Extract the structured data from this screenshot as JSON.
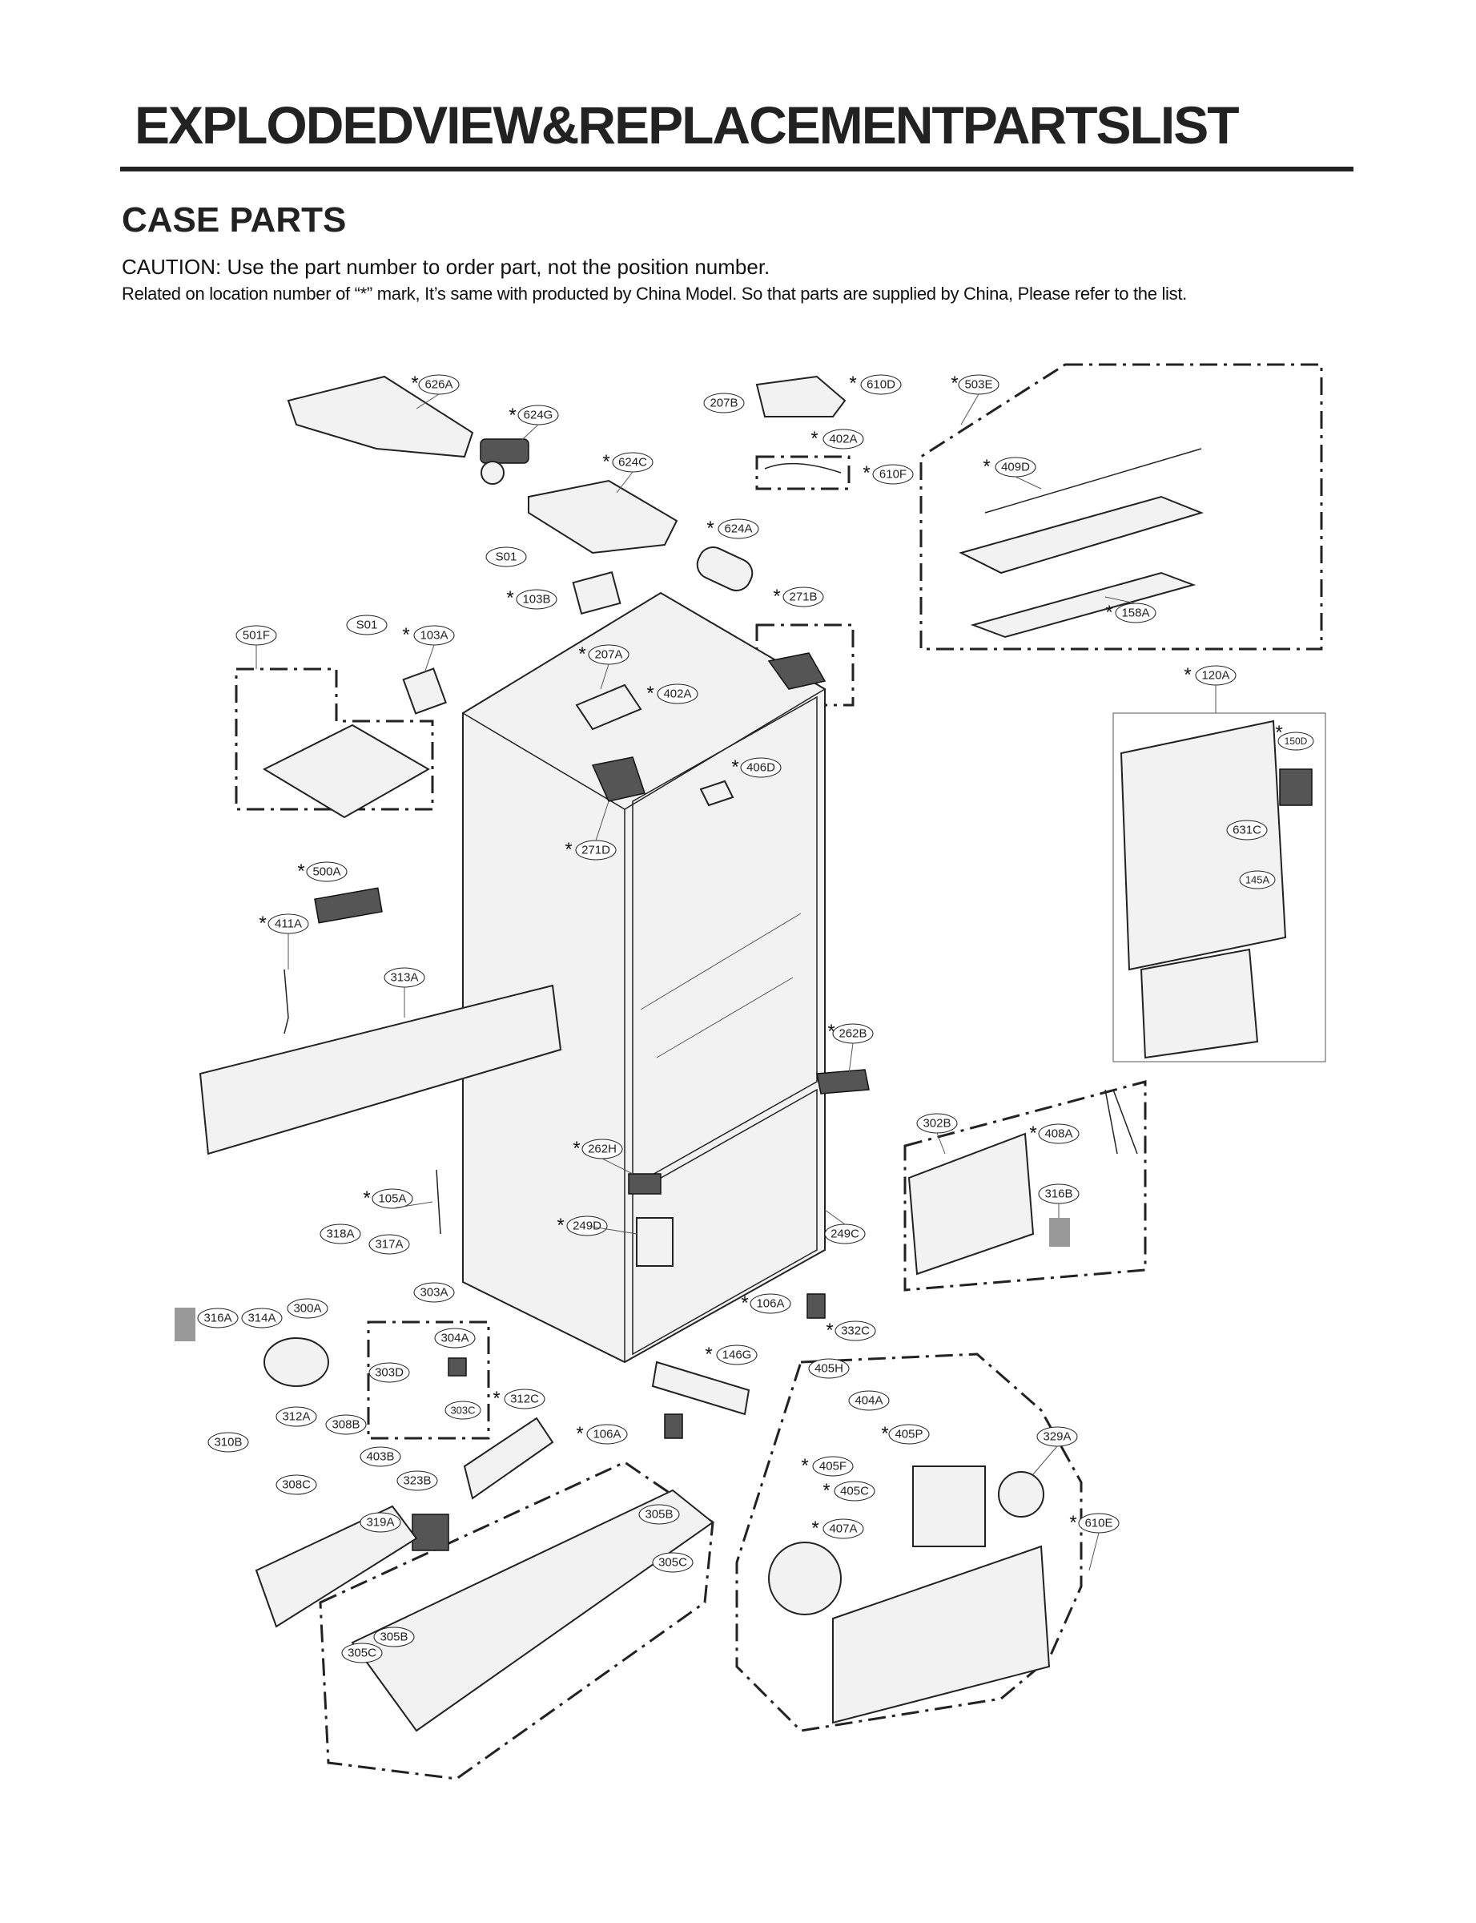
{
  "header": {
    "title": "EXPLODEDVIEW&REPLACEMENTPARTSLIST",
    "section": "CASE PARTS",
    "caution": "CAUTION: Use the part number to order part, not the position number.",
    "note": "Related on location number of “*” mark, It’s same with producted by China Model. So that parts are supplied by China, Please refer to the list."
  },
  "callouts": [
    {
      "id": "626A",
      "star": true
    },
    {
      "id": "624G",
      "star": true
    },
    {
      "id": "624C",
      "star": true
    },
    {
      "id": "207B",
      "star": false
    },
    {
      "id": "610D",
      "star": true
    },
    {
      "id": "402A",
      "star": true
    },
    {
      "id": "610F",
      "star": true
    },
    {
      "id": "503E",
      "star": true
    },
    {
      "id": "409D",
      "star": true
    },
    {
      "id": "158A",
      "star": true
    },
    {
      "id": "624A",
      "star": true
    },
    {
      "id": "S01",
      "star": false
    },
    {
      "id": "103B",
      "star": true
    },
    {
      "id": "271B",
      "star": true
    },
    {
      "id": "501F",
      "star": false
    },
    {
      "id": "S01",
      "star": false
    },
    {
      "id": "103A",
      "star": true
    },
    {
      "id": "207A",
      "star": true
    },
    {
      "id": "402A",
      "star": true
    },
    {
      "id": "120A",
      "star": true
    },
    {
      "id": "150D",
      "star": true
    },
    {
      "id": "406D",
      "star": true
    },
    {
      "id": "631C",
      "star": false
    },
    {
      "id": "271D",
      "star": true
    },
    {
      "id": "145A",
      "star": false
    },
    {
      "id": "500A",
      "star": true
    },
    {
      "id": "411A",
      "star": true
    },
    {
      "id": "313A",
      "star": false
    },
    {
      "id": "262B",
      "star": true
    },
    {
      "id": "302B",
      "star": false
    },
    {
      "id": "408A",
      "star": true
    },
    {
      "id": "262H",
      "star": true
    },
    {
      "id": "105A",
      "star": true
    },
    {
      "id": "316B",
      "star": false
    },
    {
      "id": "249D",
      "star": true
    },
    {
      "id": "249C",
      "star": false
    },
    {
      "id": "318A",
      "star": false
    },
    {
      "id": "317A",
      "star": false
    },
    {
      "id": "303A",
      "star": false
    },
    {
      "id": "106A",
      "star": true
    },
    {
      "id": "316A",
      "star": false
    },
    {
      "id": "314A",
      "star": false
    },
    {
      "id": "300A",
      "star": false
    },
    {
      "id": "304A",
      "star": false
    },
    {
      "id": "332C",
      "star": true
    },
    {
      "id": "146G",
      "star": true
    },
    {
      "id": "303D",
      "star": false
    },
    {
      "id": "405H",
      "star": false
    },
    {
      "id": "312C",
      "star": true
    },
    {
      "id": "303C",
      "star": false
    },
    {
      "id": "404A",
      "star": false
    },
    {
      "id": "312A",
      "star": false
    },
    {
      "id": "308B",
      "star": false
    },
    {
      "id": "106A",
      "star": true
    },
    {
      "id": "405P",
      "star": true
    },
    {
      "id": "329A",
      "star": false
    },
    {
      "id": "310B",
      "star": false
    },
    {
      "id": "403B",
      "star": false
    },
    {
      "id": "405F",
      "star": true
    },
    {
      "id": "308C",
      "star": false
    },
    {
      "id": "323B",
      "star": false
    },
    {
      "id": "405C",
      "star": true
    },
    {
      "id": "305B",
      "star": false
    },
    {
      "id": "610E",
      "star": true
    },
    {
      "id": "319A",
      "star": false
    },
    {
      "id": "407A",
      "star": true
    },
    {
      "id": "305C",
      "star": false
    },
    {
      "id": "305B",
      "star": false
    },
    {
      "id": "305C",
      "star": false
    }
  ]
}
